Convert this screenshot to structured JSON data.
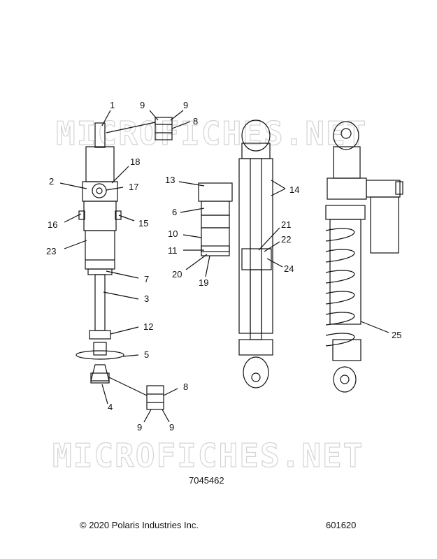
{
  "diagram": {
    "watermark": "MICROFICHES.NET",
    "part_number": "7045462",
    "footer": {
      "copyright": "© 2020 Polaris Industries Inc.",
      "figure_id": "601620"
    },
    "callouts": {
      "c1": "1",
      "c2": "2",
      "c3": "3",
      "c4": "4",
      "c5": "5",
      "c6": "6",
      "c7": "7",
      "c8a": "8",
      "c8b": "8",
      "c9a": "9",
      "c9b": "9",
      "c9c": "9",
      "c9d": "9",
      "c10": "10",
      "c11": "11",
      "c12": "12",
      "c13": "13",
      "c14": "14",
      "c15": "15",
      "c16": "16",
      "c17": "17",
      "c18": "18",
      "c19": "19",
      "c20": "20",
      "c21": "21",
      "c22": "22",
      "c23": "23",
      "c24": "24",
      "c25": "25"
    }
  }
}
